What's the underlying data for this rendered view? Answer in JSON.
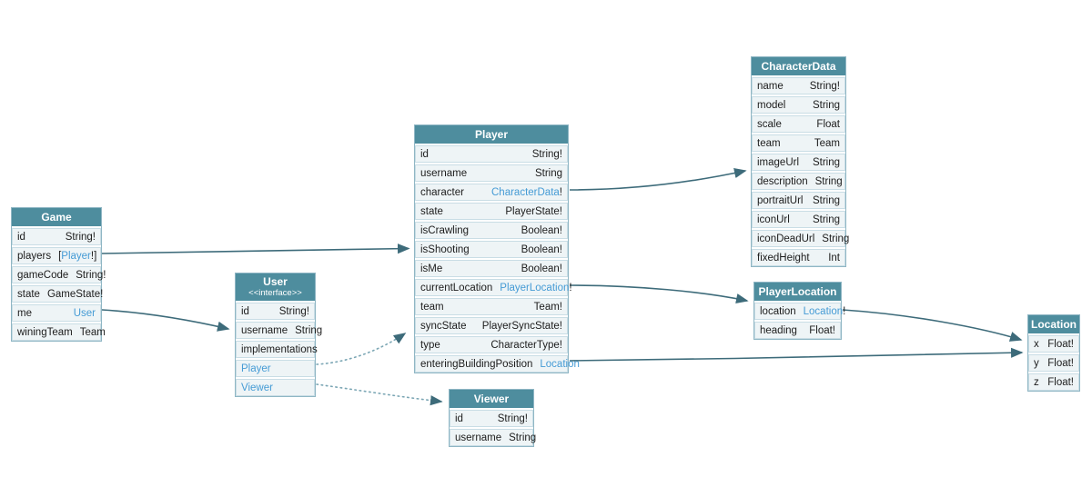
{
  "diagram": {
    "colors": {
      "header_bg": "#4e8d9e",
      "header_text": "#ffffff",
      "row_bg": "#eef4f6",
      "row_border": "#c9dde5",
      "table_border": "#8fb6c4",
      "link_text": "#459bd5",
      "field_text": "#1c1c1c",
      "arrow": "#3d6b7a",
      "dotted_arrow": "#7ba6b4"
    },
    "tables": [
      {
        "id": "game",
        "title": "Game",
        "fields": [
          {
            "name": "id",
            "type": "String!"
          },
          {
            "name": "players",
            "type": "[Player!]",
            "prefix": "[",
            "link": "Player",
            "suffix": "!]"
          },
          {
            "name": "gameCode",
            "type": "String!"
          },
          {
            "name": "state",
            "type": "GameState!"
          },
          {
            "name": "me",
            "type": "User",
            "link": "User",
            "suffix": ""
          },
          {
            "name": "winingTeam",
            "type": "Team"
          }
        ]
      },
      {
        "id": "user",
        "title": "User",
        "subtitle": "<<interface>>",
        "fields": [
          {
            "name": "id",
            "type": "String!"
          },
          {
            "name": "username",
            "type": "String"
          },
          {
            "name": "implementations",
            "type": ""
          },
          {
            "name": "Player",
            "type": "",
            "name_link": true
          },
          {
            "name": "Viewer",
            "type": "",
            "name_link": true
          }
        ]
      },
      {
        "id": "player",
        "title": "Player",
        "fields": [
          {
            "name": "id",
            "type": "String!"
          },
          {
            "name": "username",
            "type": "String"
          },
          {
            "name": "character",
            "type": "CharacterData!",
            "link": "CharacterData",
            "suffix": "!"
          },
          {
            "name": "state",
            "type": "PlayerState!"
          },
          {
            "name": "isCrawling",
            "type": "Boolean!"
          },
          {
            "name": "isShooting",
            "type": "Boolean!"
          },
          {
            "name": "isMe",
            "type": "Boolean!"
          },
          {
            "name": "currentLocation",
            "type": "PlayerLocation!",
            "link": "PlayerLocation",
            "suffix": "!"
          },
          {
            "name": "team",
            "type": "Team!"
          },
          {
            "name": "syncState",
            "type": "PlayerSyncState!"
          },
          {
            "name": "type",
            "type": "CharacterType!"
          },
          {
            "name": "enteringBuildingPosition",
            "type": "Location",
            "link": "Location",
            "suffix": ""
          }
        ]
      },
      {
        "id": "viewer",
        "title": "Viewer",
        "fields": [
          {
            "name": "id",
            "type": "String!"
          },
          {
            "name": "username",
            "type": "String"
          }
        ]
      },
      {
        "id": "characterData",
        "title": "CharacterData",
        "fields": [
          {
            "name": "name",
            "type": "String!"
          },
          {
            "name": "model",
            "type": "String"
          },
          {
            "name": "scale",
            "type": "Float"
          },
          {
            "name": "team",
            "type": "Team"
          },
          {
            "name": "imageUrl",
            "type": "String"
          },
          {
            "name": "description",
            "type": "String"
          },
          {
            "name": "portraitUrl",
            "type": "String"
          },
          {
            "name": "iconUrl",
            "type": "String"
          },
          {
            "name": "iconDeadUrl",
            "type": "String"
          },
          {
            "name": "fixedHeight",
            "type": "Int"
          }
        ]
      },
      {
        "id": "playerLocation",
        "title": "PlayerLocation",
        "fields": [
          {
            "name": "location",
            "type": "Location!",
            "link": "Location",
            "suffix": "!"
          },
          {
            "name": "heading",
            "type": "Float!"
          }
        ]
      },
      {
        "id": "location",
        "title": "Location",
        "fields": [
          {
            "name": "x",
            "type": "Float!"
          },
          {
            "name": "y",
            "type": "Float!"
          },
          {
            "name": "z",
            "type": "Float!"
          }
        ]
      }
    ],
    "edges": [
      {
        "id": "game-players-to-player",
        "from": "Game.players",
        "to": "Player",
        "style": "solid"
      },
      {
        "id": "game-me-to-user",
        "from": "Game.me",
        "to": "User",
        "style": "solid"
      },
      {
        "id": "player-character-to-characterdata",
        "from": "Player.character",
        "to": "CharacterData",
        "style": "solid"
      },
      {
        "id": "player-currentlocation-to-playerlocation",
        "from": "Player.currentLocation",
        "to": "PlayerLocation",
        "style": "solid"
      },
      {
        "id": "player-enteringbuildingposition-to-location",
        "from": "Player.enteringBuildingPosition",
        "to": "Location",
        "style": "solid"
      },
      {
        "id": "playerlocation-location-to-location",
        "from": "PlayerLocation.location",
        "to": "Location",
        "style": "solid"
      },
      {
        "id": "user-impl-player",
        "from": "User.Player",
        "to": "Player",
        "style": "dotted"
      },
      {
        "id": "user-impl-viewer",
        "from": "User.Viewer",
        "to": "Viewer",
        "style": "dotted"
      }
    ]
  }
}
